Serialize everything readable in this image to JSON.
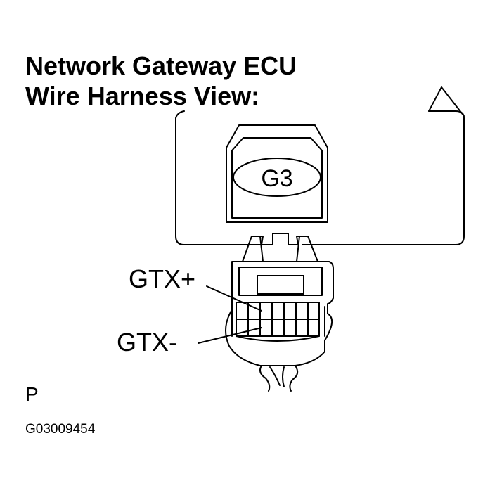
{
  "title": {
    "line1": "Network Gateway ECU",
    "line2": "Wire Harness View:"
  },
  "connector": {
    "code": "G3"
  },
  "pins": {
    "gtx_plus": "GTX+",
    "gtx_minus": "GTX-"
  },
  "page_marker": "P",
  "figure_id": "G03009454"
}
